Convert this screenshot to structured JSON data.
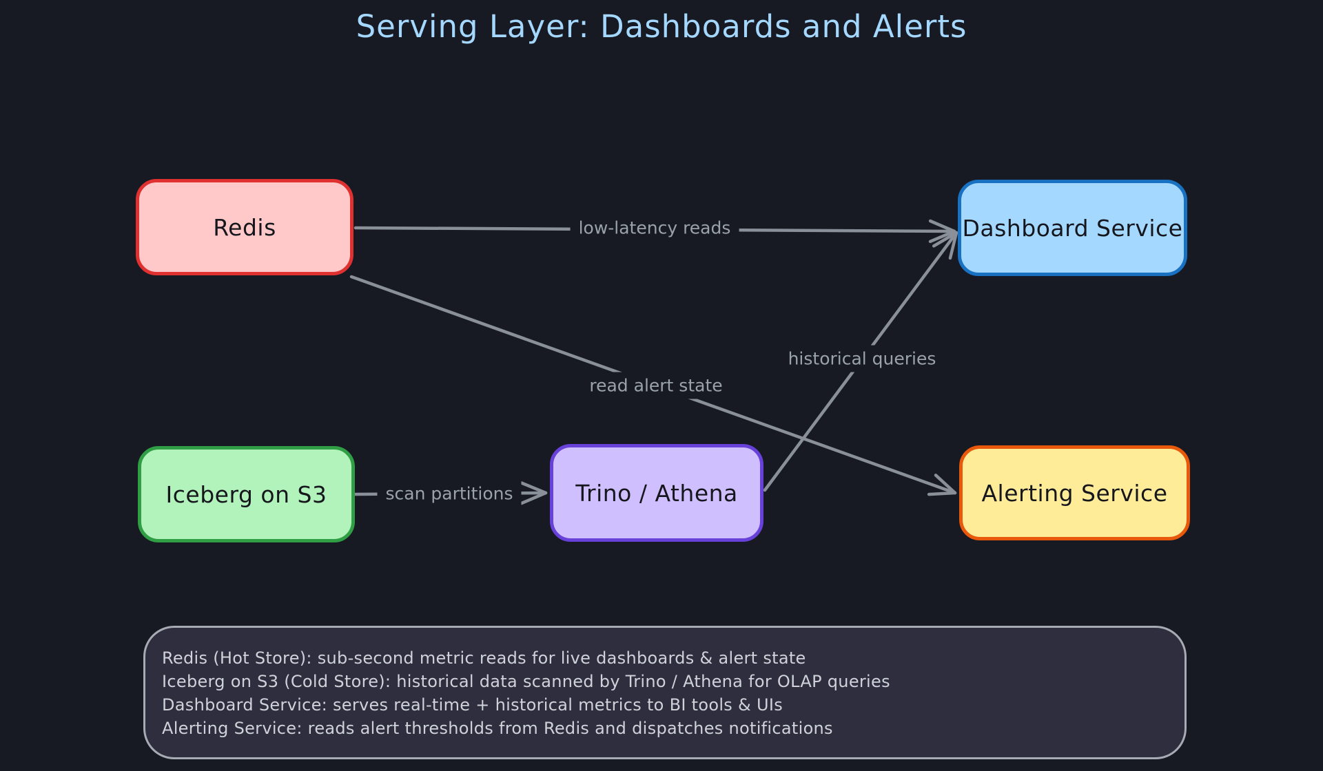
{
  "title": {
    "text": "Serving Layer: Dashboards and Alerts"
  },
  "colors": {
    "background": "#181a23",
    "edge": "#8a9099",
    "edge_label": "#9aa2ab",
    "title": "#a5d8ff",
    "node_text": "#16161d",
    "notes_fill": "#2f2e3e",
    "notes_border": "#a7abb3",
    "notes_text": "#ced3da"
  },
  "nodes": [
    {
      "id": "redis",
      "label": "Redis",
      "fill": "#ffc9c9",
      "stroke": "#e03131"
    },
    {
      "id": "dashboard-service",
      "label": "Dashboard Service",
      "fill": "#a5d8ff",
      "stroke": "#1971c2"
    },
    {
      "id": "iceberg-on-s3",
      "label": "Iceberg on S3",
      "fill": "#b2f2bb",
      "stroke": "#2f9e44"
    },
    {
      "id": "trino-athena",
      "label": "Trino / Athena",
      "fill": "#d0bfff",
      "stroke": "#6741d9"
    },
    {
      "id": "alerting-service",
      "label": "Alerting Service",
      "fill": "#ffec99",
      "stroke": "#e8590c"
    }
  ],
  "edges": [
    {
      "from": "redis",
      "to": "dashboard-service",
      "label": "low-latency reads"
    },
    {
      "from": "redis",
      "to": "alerting-service",
      "label": "read alert state"
    },
    {
      "from": "iceberg-on-s3",
      "to": "trino-athena",
      "label": "scan partitions"
    },
    {
      "from": "trino-athena",
      "to": "dashboard-service",
      "label": "historical queries"
    }
  ],
  "notes": {
    "lines": [
      "Redis (Hot Store): sub-second metric reads for live dashboards & alert state",
      "Iceberg on S3 (Cold Store): historical data scanned by Trino / Athena for OLAP queries",
      "Dashboard Service: serves real-time + historical metrics to BI tools & UIs",
      "Alerting Service: reads alert thresholds from Redis and dispatches notifications"
    ]
  }
}
